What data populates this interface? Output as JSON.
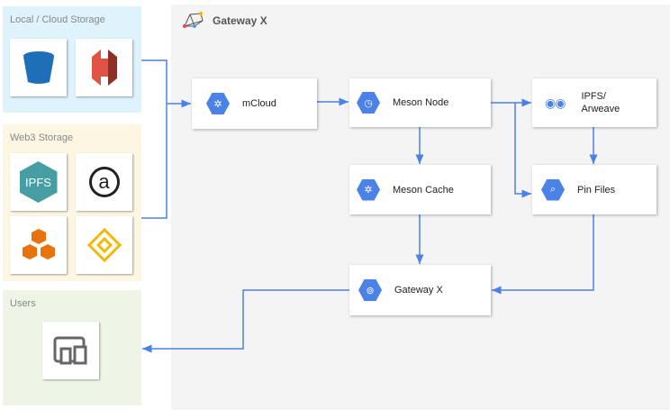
{
  "groups": {
    "local": "Local / Cloud Storage",
    "web3": "Web3 Storage",
    "users": "Users"
  },
  "gateway": {
    "title": "Gateway X"
  },
  "nodes": {
    "mcloud": "mCloud",
    "meson_node": "Meson Node",
    "ipfs": "IPFS/\nArweave",
    "meson_cache": "Meson Cache",
    "pin_files": "Pin Files",
    "gateway_x": "Gateway X"
  },
  "tiles": {
    "ipfs": "IPFS",
    "arweave": "a"
  },
  "colors": {
    "accent": "#4a82e8",
    "local_bg": "#dff3fc",
    "web3_bg": "#fdf6e3",
    "users_bg": "#eef5e6",
    "gateway_bg": "#f4f4f4"
  }
}
